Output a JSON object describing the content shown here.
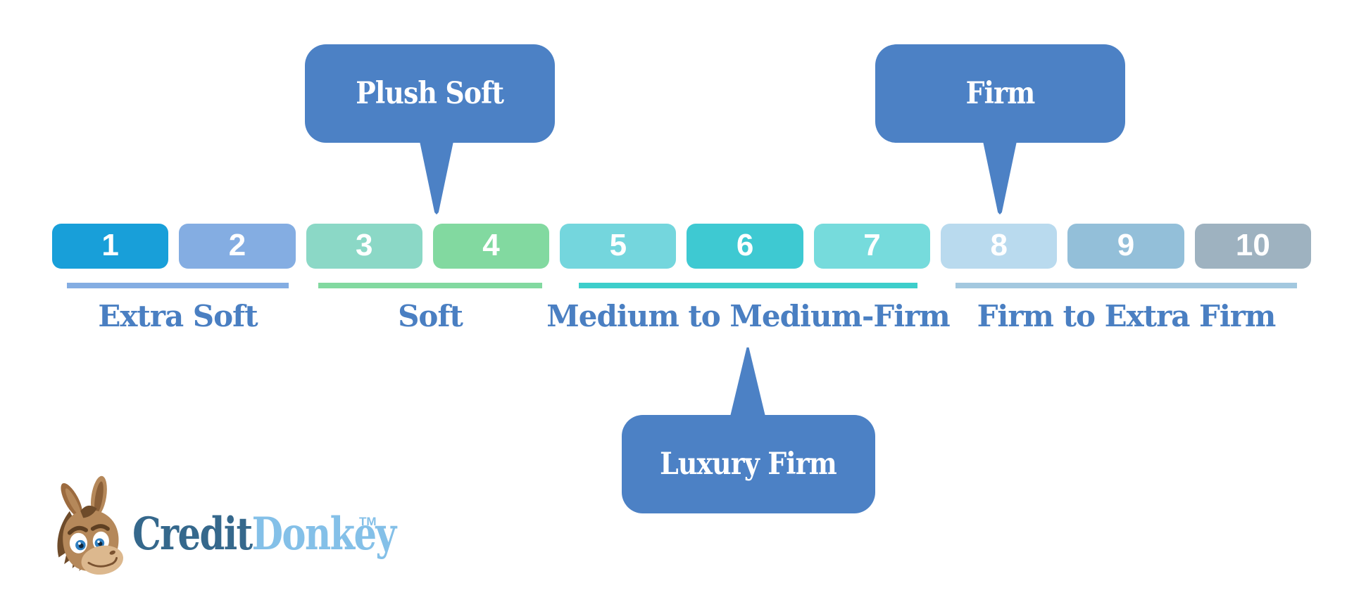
{
  "diagram": {
    "title_implied": "Mattress Firmness Scale",
    "scale": {
      "segments": [
        {
          "label": "1",
          "color": "#189FD9"
        },
        {
          "label": "2",
          "color": "#84ADE2"
        },
        {
          "label": "3",
          "color": "#8BD8C6"
        },
        {
          "label": "4",
          "color": "#82D9A0"
        },
        {
          "label": "5",
          "color": "#74D6DD"
        },
        {
          "label": "6",
          "color": "#3EC9D2"
        },
        {
          "label": "7",
          "color": "#76DBDC"
        },
        {
          "label": "8",
          "color": "#B9DAEE"
        },
        {
          "label": "9",
          "color": "#93BFD9"
        },
        {
          "label": "10",
          "color": "#9EB2C0"
        }
      ]
    },
    "categories": [
      {
        "label": "Extra Soft",
        "underline_color": "#84ADE2"
      },
      {
        "label": "Soft",
        "underline_color": "#82D9A0"
      },
      {
        "label": "Medium to Medium-Firm",
        "underline_color": "#3DCECB"
      },
      {
        "label": "Firm to Extra Firm",
        "underline_color": "#A3C8DF"
      }
    ],
    "callouts": [
      {
        "label": "Plush Soft",
        "direction": "down"
      },
      {
        "label": "Firm",
        "direction": "down"
      },
      {
        "label": "Luxury Firm",
        "direction": "up"
      }
    ],
    "colors": {
      "callout_bubble": "#4C81C5",
      "category_text": "#4A7FC2"
    }
  },
  "logo": {
    "credit": "Credit",
    "donkey": "Donkey",
    "tm": "TM",
    "mascot": "donkey-mascot-icon"
  }
}
